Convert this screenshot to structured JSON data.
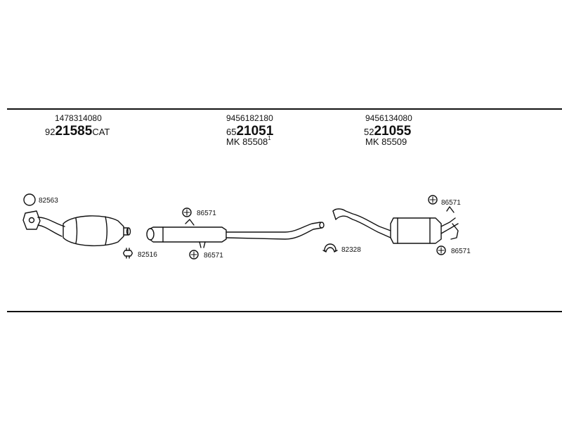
{
  "parts": [
    {
      "ref": "1478314080",
      "code_prefix": "92",
      "code_main": "21585",
      "code_suffix": "CAT"
    },
    {
      "ref": "9456182180",
      "code_prefix": "65",
      "code_main": "21051",
      "code_suffix": "",
      "mk": "MK 85508",
      "mk_sup": "1"
    },
    {
      "ref": "9456134080",
      "code_prefix": "52",
      "code_main": "21055",
      "code_suffix": "",
      "mk": "MK 85509"
    }
  ],
  "callouts": {
    "ring_82563": "82563",
    "clamp_82516": "82516",
    "nut_86571_a": "86571",
    "nut_86571_b": "86571",
    "gasket_82328": "82328",
    "nut_86571_c": "86571",
    "nut_86571_d": "86571"
  }
}
